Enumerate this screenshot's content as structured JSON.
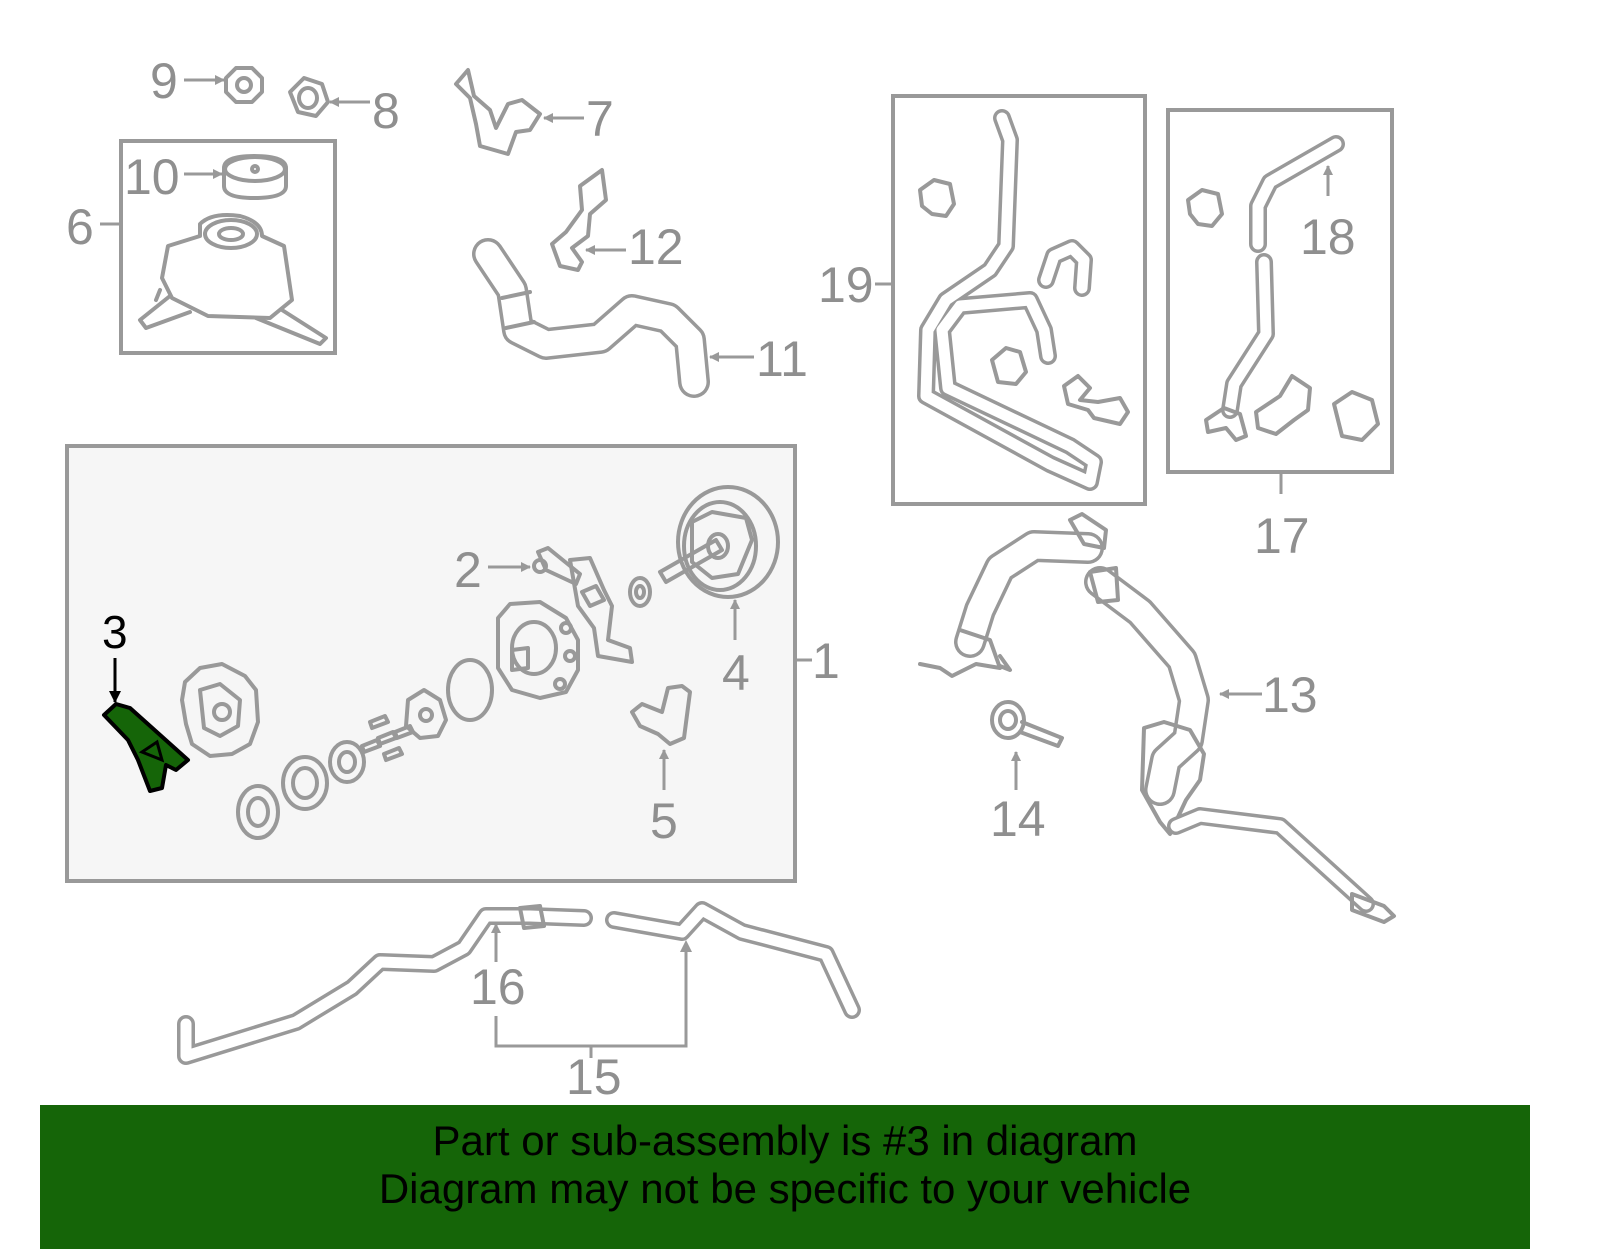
{
  "diagram": {
    "highlight_color": "#156508",
    "callouts": [
      "1",
      "2",
      "3",
      "4",
      "5",
      "6",
      "7",
      "8",
      "9",
      "10",
      "11",
      "12",
      "13",
      "14",
      "15",
      "16",
      "17",
      "18",
      "19"
    ],
    "highlighted_part": "3"
  },
  "banner": {
    "line1": "Part or sub-assembly is #3 in diagram",
    "line2": "Diagram may not be specific to your vehicle",
    "background": "#156508"
  }
}
